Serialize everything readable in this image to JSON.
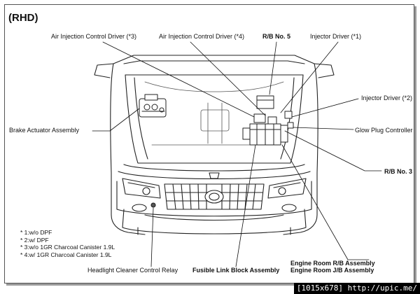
{
  "heading": "(RHD)",
  "labels": {
    "air_inj_3": "Air Injection Control Driver (*3)",
    "air_inj_4": "Air Injection Control Driver (*4)",
    "rb5": "R/B No. 5",
    "inj_1": "Injector Driver (*1)",
    "inj_2": "Injector Driver (*2)",
    "brake": "Brake Actuator Assembly",
    "glow": "Glow Plug Controller",
    "rb3": "R/B No. 3",
    "headlight": "Headlight Cleaner Control Relay",
    "fusible": "Fusible Link Block Assembly",
    "er_rb": "Engine Room R/B Assembly",
    "er_jb": "Engine Room J/B Assembly"
  },
  "notes": [
    "* 1:w/o DPF",
    "* 2:w/ DPF",
    "* 3:w/o 1GR Charcoal Canister 1.9L",
    "* 4:w/ 1GR Charcoal Canister 1.9L"
  ],
  "watermark": "[1015x678] http://upic.me/"
}
